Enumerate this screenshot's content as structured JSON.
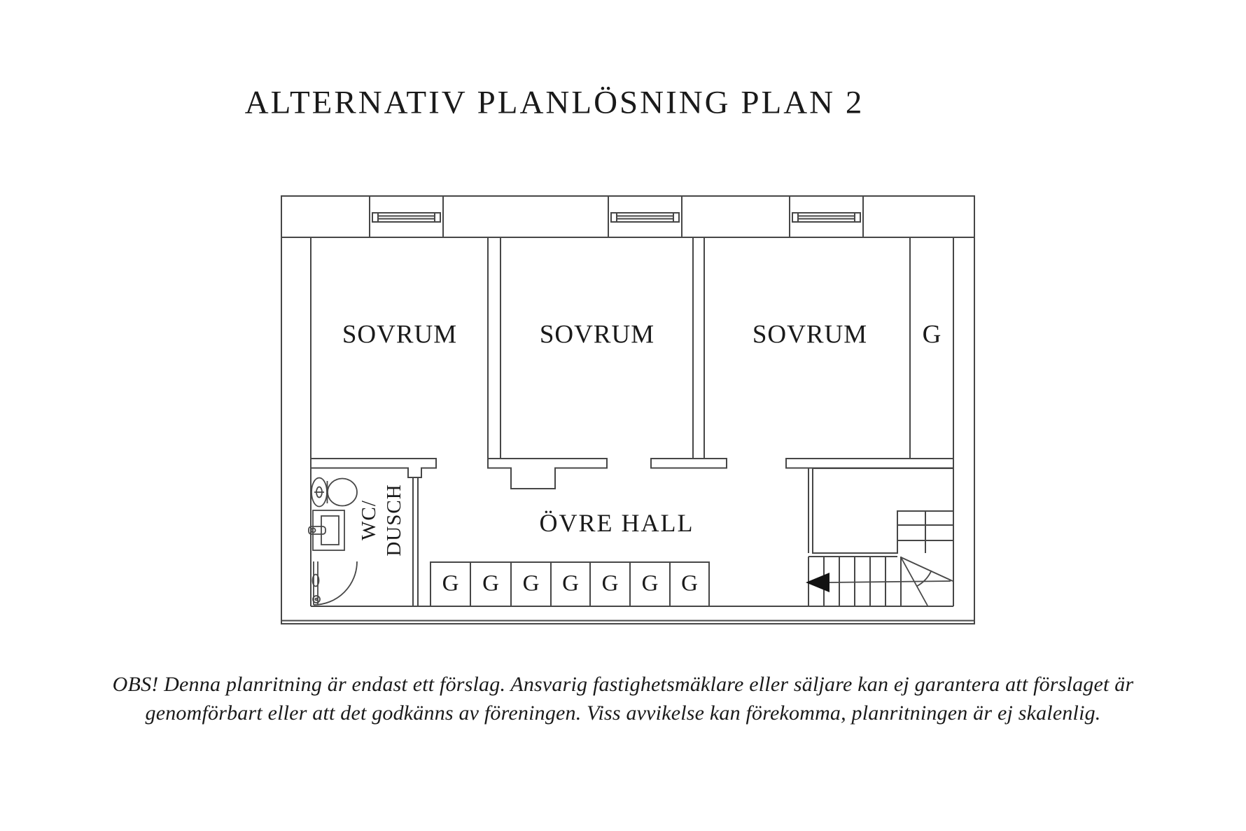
{
  "title": "ALTERNATIV PLANLÖSNING PLAN 2",
  "rooms": {
    "bedroom_left": "SOVRUM",
    "bedroom_middle": "SOVRUM",
    "bedroom_right": "SOVRUM",
    "hall": "ÖVRE HALL",
    "wardrobe_tall": "G",
    "wc_line1": "WC/",
    "wc_line2": "DUSCH",
    "wardrobe_row": [
      "G",
      "G",
      "G",
      "G",
      "G",
      "G",
      "G"
    ]
  },
  "disclaimer": {
    "line1": "OBS! Denna planritning är endast ett förslag. Ansvarig fastighetsmäklare eller säljare kan ej garantera att förslaget är",
    "line2": "genomförbart eller att det godkänns av föreningen. Viss avvikelse kan förekomma, planritningen är ej skalenlig."
  },
  "colors": {
    "background": "#ffffff",
    "wall_line": "#474747",
    "text": "#1a1a1a"
  }
}
